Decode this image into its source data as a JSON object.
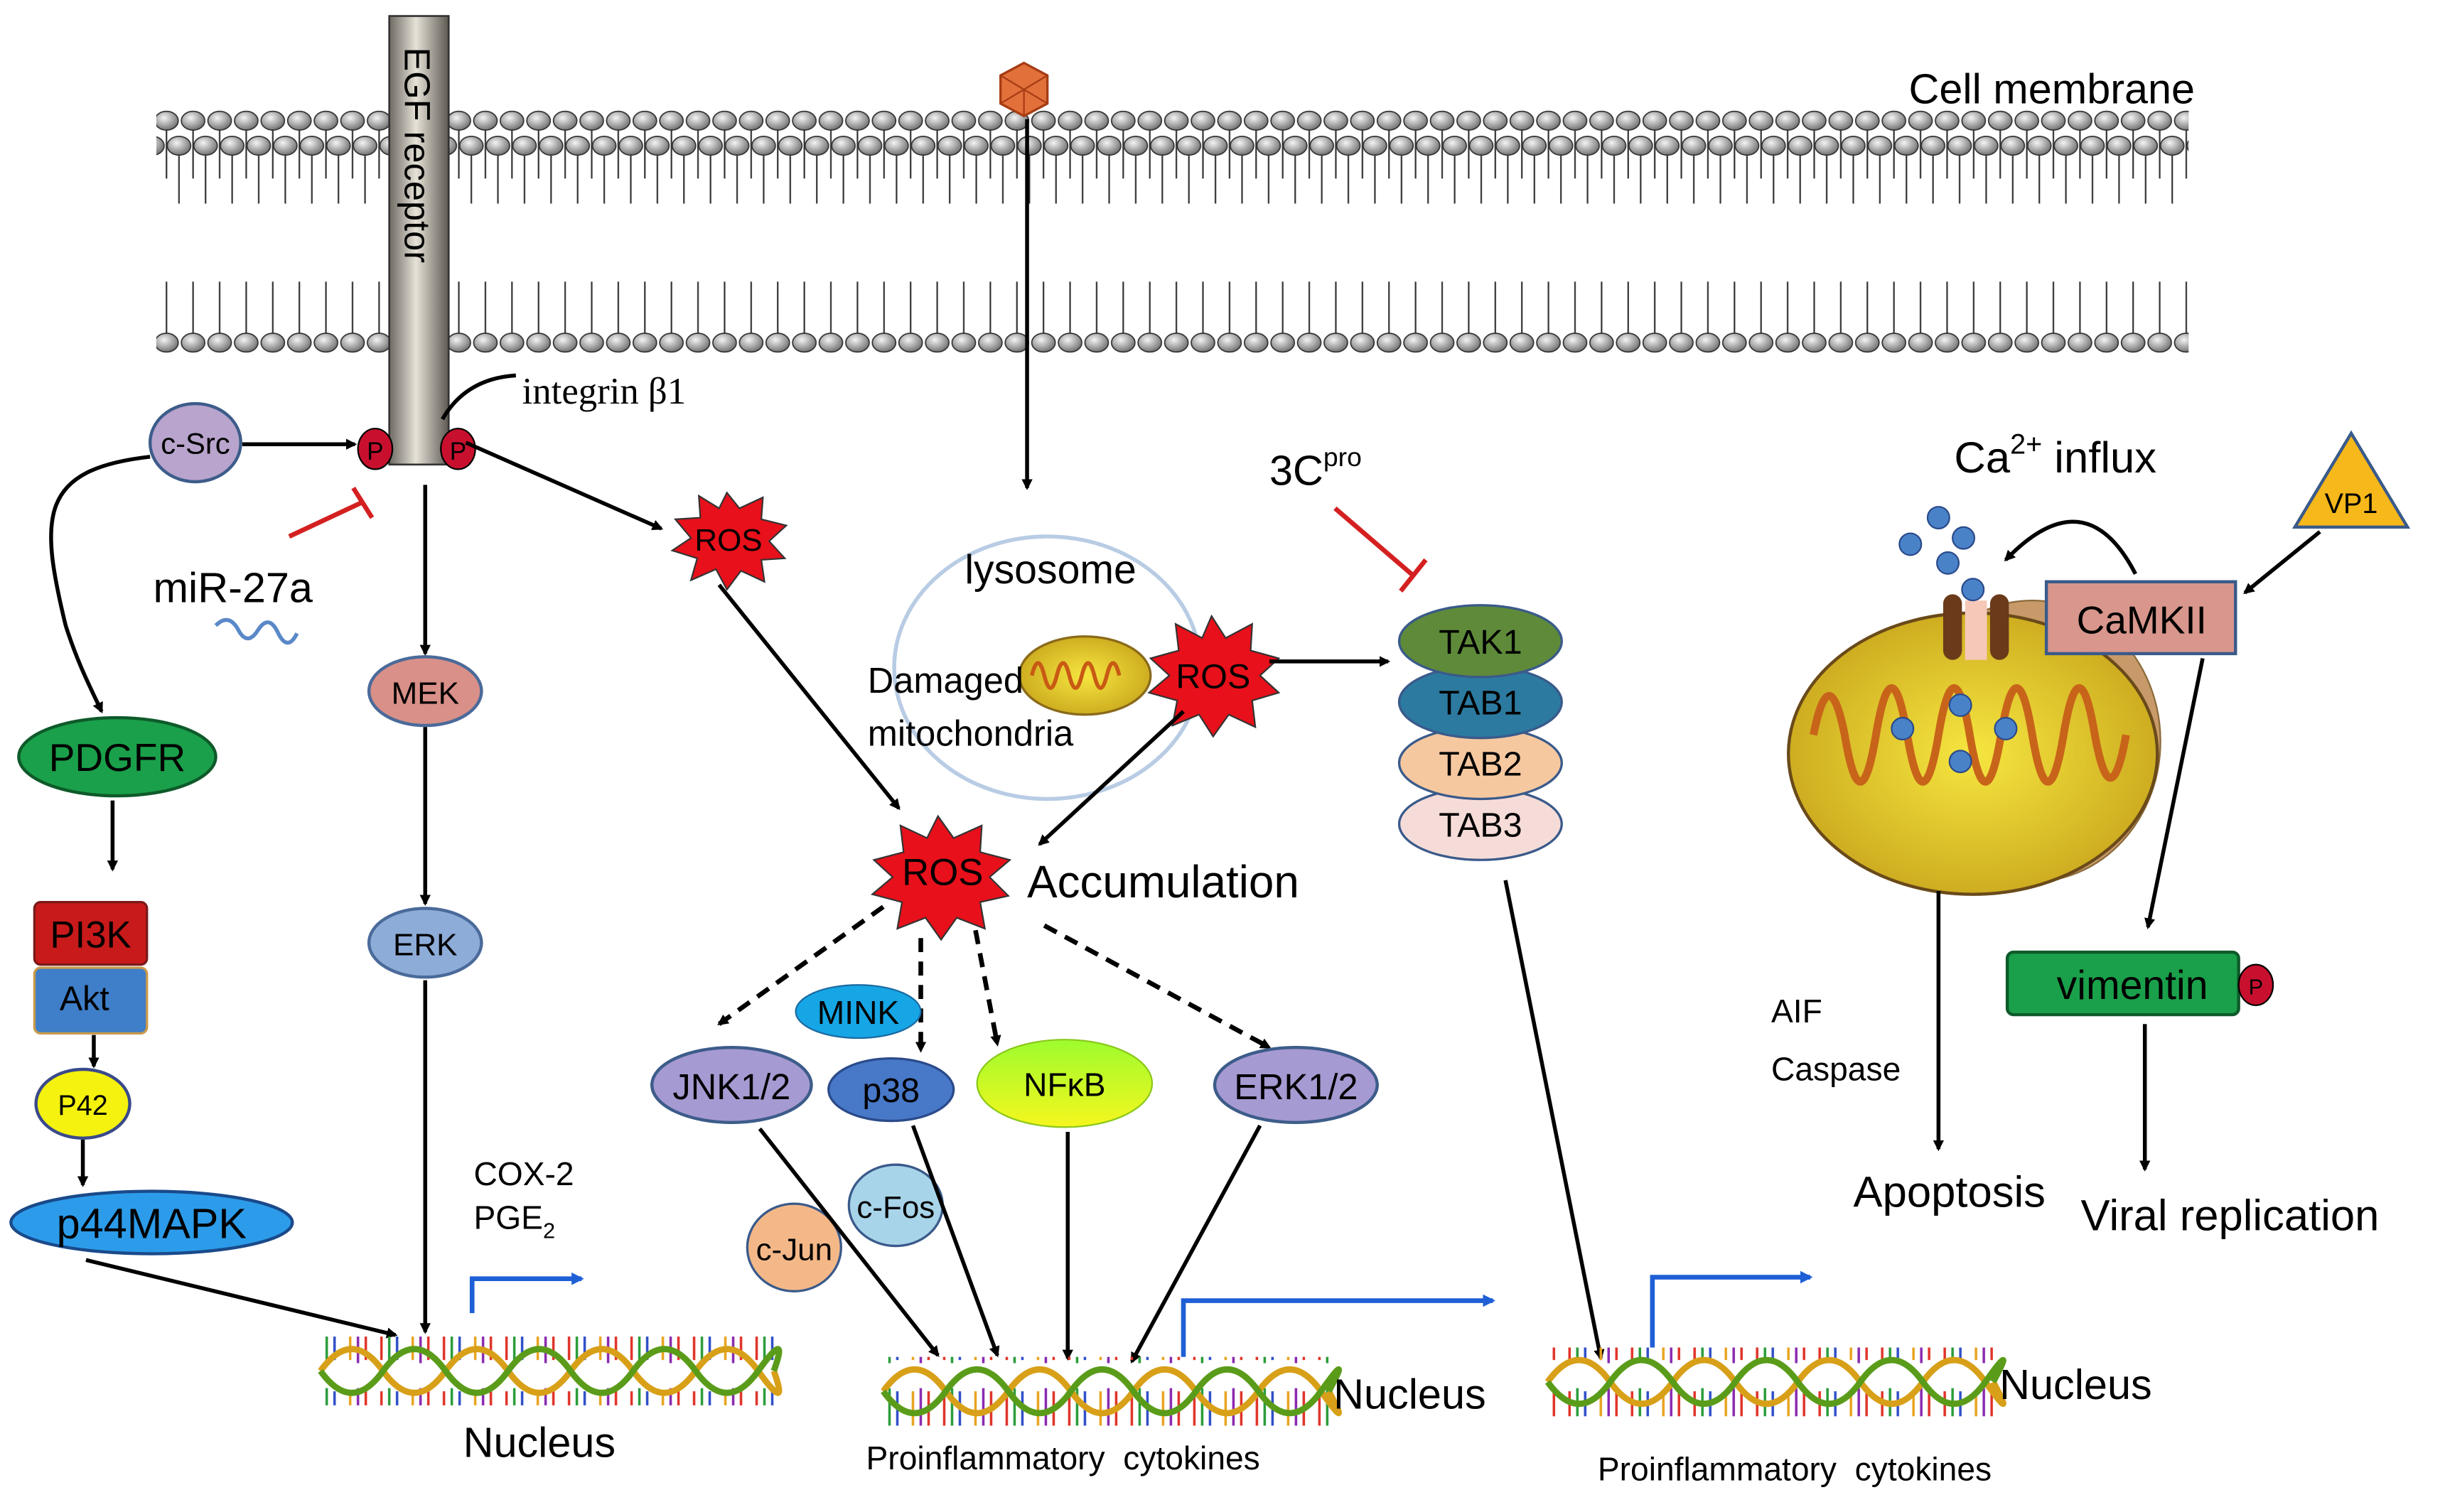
{
  "membrane": {
    "label": "Cell membrane"
  },
  "receptor": {
    "label": "EGF receptor",
    "phospho": "P"
  },
  "integrin": {
    "label": "integrin β1"
  },
  "src": {
    "label": "c-Src"
  },
  "mirna": {
    "label": "miR-27a"
  },
  "pdgf_branch": {
    "pdgfr": "PDGFR",
    "pi3k": "PI3K",
    "akt": "Akt",
    "p42": "P42",
    "p44": "p44MAPK"
  },
  "mek_branch": {
    "mek": "MEK",
    "erk": "ERK"
  },
  "cox": {
    "cox2": "COX-2",
    "pge_base": "PGE",
    "pge_sub": "2"
  },
  "ros": {
    "top": "ROS",
    "mito": "ROS",
    "center": "ROS",
    "accumulation": "Accumulation"
  },
  "lysosome": {
    "label": "lysosome",
    "damaged_line1": "Damaged",
    "damaged_line2": "mitochondria"
  },
  "protease": {
    "base": "3C",
    "sup": "pro"
  },
  "tak_complex": {
    "tak1": "TAK1",
    "tab1": "TAB1",
    "tab2": "TAB2",
    "tab3": "TAB3"
  },
  "kinases": {
    "mink": "MINK",
    "jnk": "JNK1/2",
    "p38": "p38",
    "nfkb": "NFκB",
    "erk12": "ERK1/2",
    "cfos": "c-Fos",
    "cjun": "c-Jun"
  },
  "nuclei": {
    "left": "Nucleus",
    "center": "Nucleus",
    "right": "Nucleus",
    "center_caption": "Proinflammatory  cytokines",
    "right_caption": "Proinflammatory  cytokines"
  },
  "calcium": {
    "ca_base": "Ca",
    "ca_sup": "2+",
    "influx": " influx",
    "vp1": "VP1",
    "camkii": "CaMKII",
    "vimentin": "vimentin",
    "phospho": "P",
    "aif": "AIF",
    "caspase": "Caspase",
    "apoptosis": "Apoptosis",
    "viral": "Viral replication"
  }
}
